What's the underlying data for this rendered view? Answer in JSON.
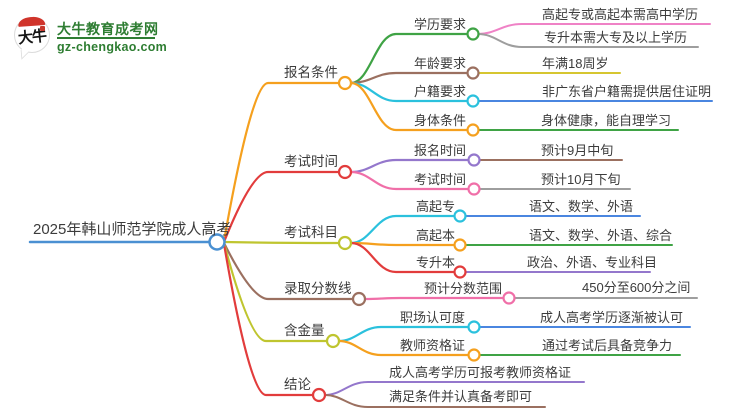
{
  "logo": {
    "badge": "大牛",
    "title": "大牛教育成考网",
    "url": "gz-chengkao.com"
  },
  "root": {
    "label": "2025年韩山师范学院成人高考"
  },
  "branches": [
    {
      "label": "报名条件",
      "children": [
        {
          "label": "学历要求",
          "leaves": [
            "高起专或高起本需高中学历",
            "专升本需大专及以上学历"
          ]
        },
        {
          "label": "年龄要求",
          "leaves": [
            "年满18周岁"
          ]
        },
        {
          "label": "户籍要求",
          "leaves": [
            "非广东省户籍需提供居住证明"
          ]
        },
        {
          "label": "身体条件",
          "leaves": [
            "身体健康，能自理学习"
          ]
        }
      ]
    },
    {
      "label": "考试时间",
      "children": [
        {
          "label": "报名时间",
          "leaves": [
            "预计9月中旬"
          ]
        },
        {
          "label": "考试时间",
          "leaves": [
            "预计10月下旬"
          ]
        }
      ]
    },
    {
      "label": "考试科目",
      "children": [
        {
          "label": "高起专",
          "leaves": [
            "语文、数学、外语"
          ]
        },
        {
          "label": "高起本",
          "leaves": [
            "语文、数学、外语、综合"
          ]
        },
        {
          "label": "专升本",
          "leaves": [
            "政治、外语、专业科目"
          ]
        }
      ]
    },
    {
      "label": "录取分数线",
      "children": [
        {
          "label": "预计分数范围",
          "leaves": [
            "450分至600分之间"
          ]
        }
      ]
    },
    {
      "label": "含金量",
      "children": [
        {
          "label": "职场认可度",
          "leaves": [
            "成人高考学历逐渐被认可"
          ]
        },
        {
          "label": "教师资格证",
          "leaves": [
            "通过考试后具备竞争力"
          ]
        }
      ]
    },
    {
      "label": "结论",
      "leaves": [
        "成人高考学历可报考教师资格证",
        "满足条件并认真备考即可"
      ]
    }
  ],
  "palette": {
    "central_blue": "#4A90D2",
    "orange": "#F5A01E",
    "red": "#E23C3C",
    "olive": "#BFC52F",
    "brown": "#9B7060",
    "green": "#3FA345",
    "cyan": "#2BC1DD",
    "purple": "#9477CC",
    "pink": "#F06FA8",
    "magenta": "#EF82C6",
    "gray": "#9E9E9E",
    "yellow": "#D6C630",
    "leaf_blue": "#4A86E0",
    "text": "#3C3C3C",
    "logo_green": "#2E7D32"
  }
}
